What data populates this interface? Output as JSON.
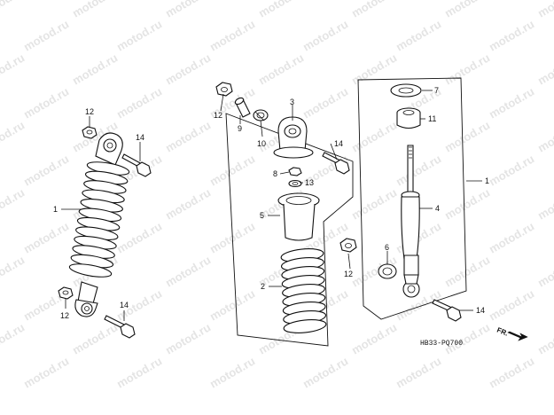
{
  "diagram": {
    "watermark": "motod.ru",
    "drawing_code": "HB33-PQ700",
    "direction_label": "FR.",
    "callouts": {
      "c1_left": "1",
      "c12_left_top": "12",
      "c14_left_top": "14",
      "c12_left_bottom": "12",
      "c14_left_bottom": "14",
      "c12_mid_top": "12",
      "c9": "9",
      "c10": "10",
      "c3": "3",
      "c8": "8",
      "c13": "13",
      "c14_mid": "14",
      "c5": "5",
      "c2": "2",
      "c6": "6",
      "c12_mid_bottom": "12",
      "c7": "7",
      "c11": "11",
      "c1_right": "1",
      "c4": "4",
      "c14_right": "14"
    }
  }
}
